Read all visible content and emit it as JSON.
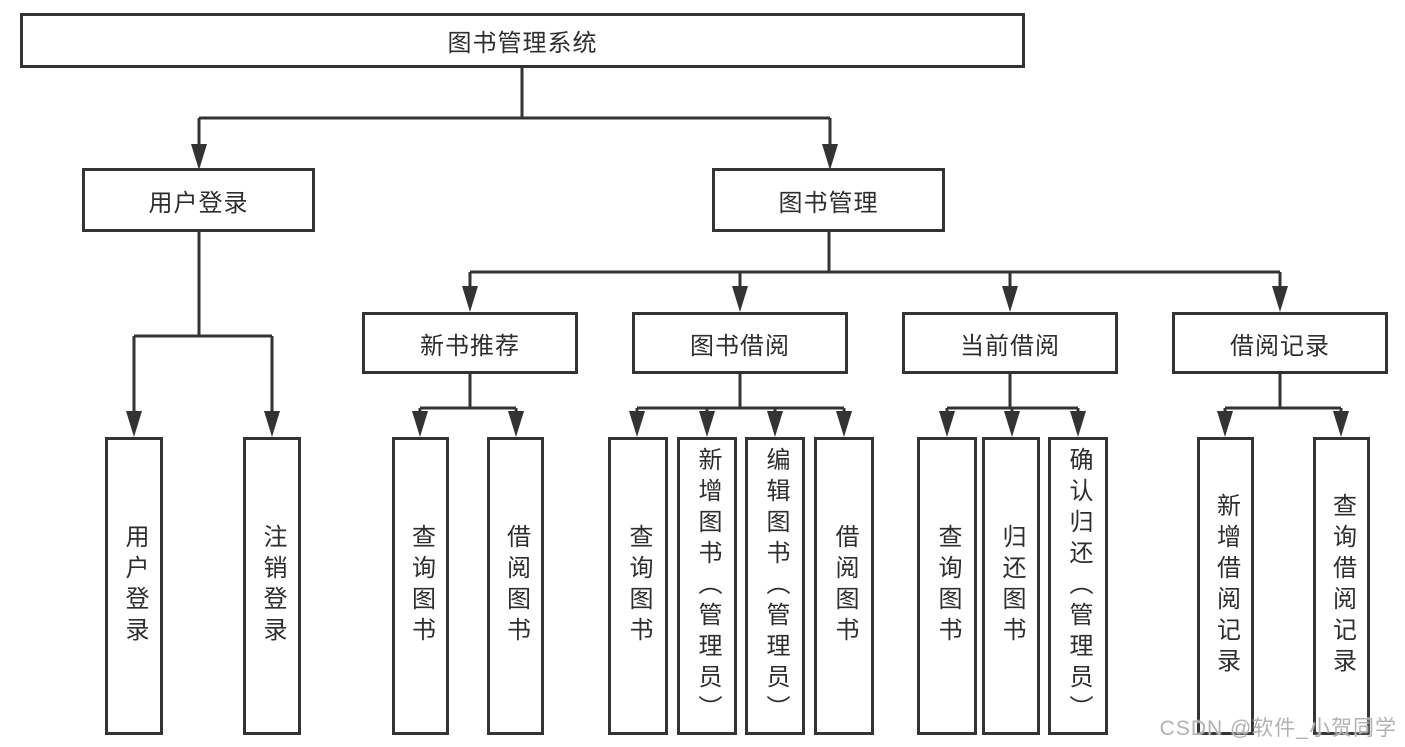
{
  "tree": {
    "root": "图书管理系统",
    "branches": [
      {
        "label": "用户登录",
        "children": [
          "用户登录",
          "注销登录"
        ]
      },
      {
        "label": "图书管理",
        "children": [
          {
            "label": "新书推荐",
            "children": [
              "查询图书",
              "借阅图书"
            ]
          },
          {
            "label": "图书借阅",
            "children": [
              "查询图书",
              "新增图书（管理员）",
              "编辑图书（管理员）",
              "借阅图书"
            ]
          },
          {
            "label": "当前借阅",
            "children": [
              "查询图书",
              "归还图书",
              "确认归还（管理员）"
            ]
          },
          {
            "label": "借阅记录",
            "children": [
              "新增借阅记录",
              "查询借阅记录"
            ]
          }
        ]
      }
    ]
  },
  "watermark": {
    "text": "CSDN @软件_小贺同学"
  },
  "colors": {
    "line": "#333333",
    "box_border": "#333333",
    "text": "#2e2e2e",
    "watermark": "#b2b2b2",
    "background": "#ffffff"
  }
}
